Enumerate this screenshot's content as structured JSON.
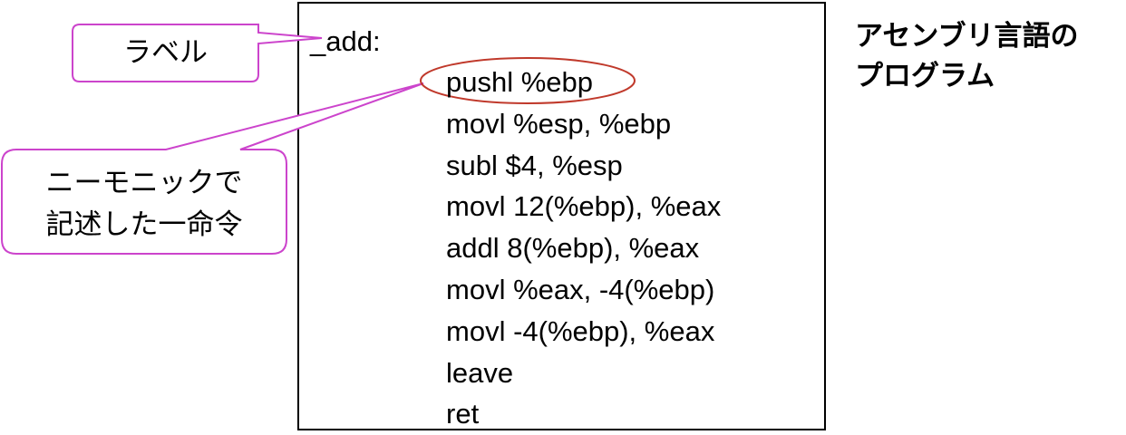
{
  "code": {
    "label": "_add:",
    "instructions": [
      "pushl %ebp",
      "movl %esp, %ebp",
      "subl $4, %esp",
      "movl 12(%ebp), %eax",
      "addl 8(%ebp), %eax",
      "movl %eax, -4(%ebp)",
      "movl -4(%ebp), %eax",
      "leave",
      "ret"
    ]
  },
  "callouts": {
    "label_callout": "ラベル",
    "mnemonic_callout_line1": "ニーモニックで",
    "mnemonic_callout_line2": "記述した一命令"
  },
  "title": {
    "line1": "アセンブリ言語の",
    "line2": "プログラム"
  },
  "colors": {
    "callout_stroke": "#cc44cc",
    "highlight_ellipse": "#c0392b",
    "text": "#000000"
  }
}
